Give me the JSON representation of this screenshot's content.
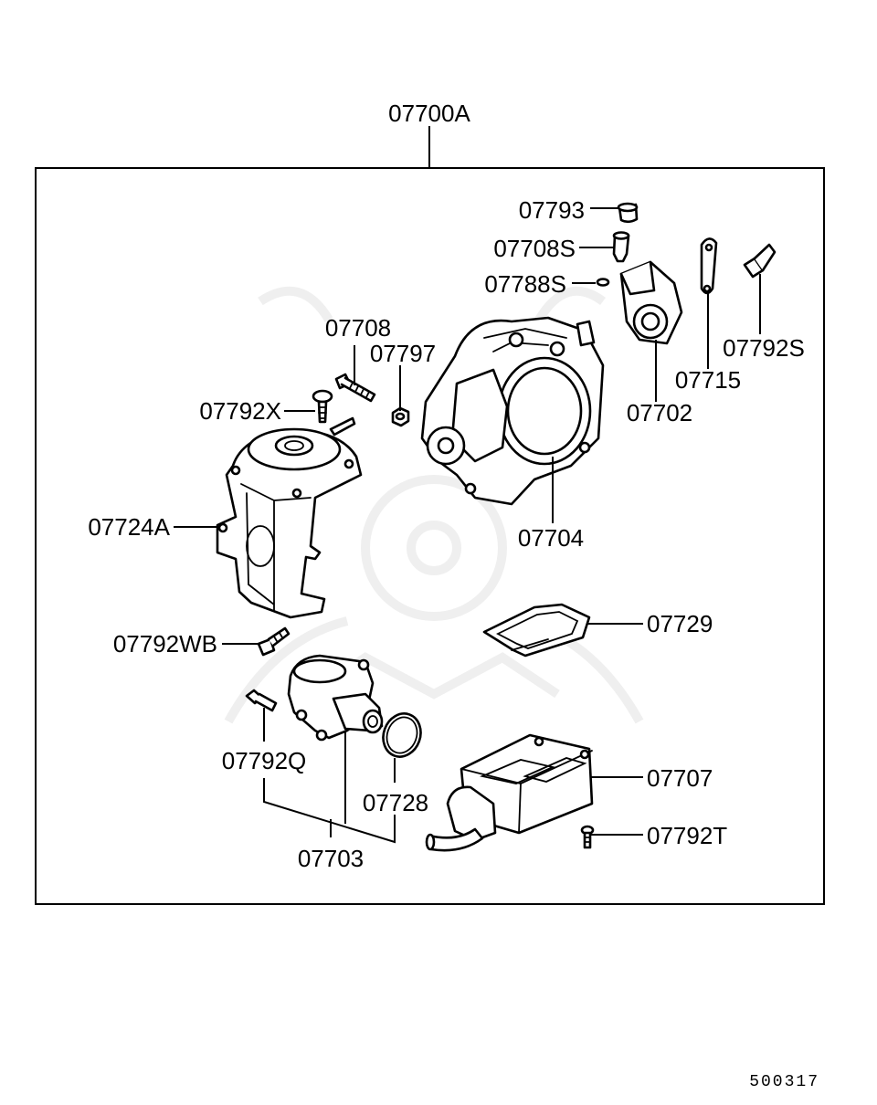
{
  "diagram": {
    "assembly_label": "07700A",
    "catalog_code": "500317",
    "labels": {
      "p07793": "07793",
      "p07708S": "07708S",
      "p07788S": "07788S",
      "p07792S": "07792S",
      "p07715": "07715",
      "p07702": "07702",
      "p07708": "07708",
      "p07797": "07797",
      "p07792X": "07792X",
      "p07704": "07704",
      "p07724A": "07724A",
      "p07729": "07729",
      "p07792WB": "07792WB",
      "p07792Q": "07792Q",
      "p07728": "07728",
      "p07707": "07707",
      "p07792T": "07792T",
      "p07703": "07703"
    }
  }
}
